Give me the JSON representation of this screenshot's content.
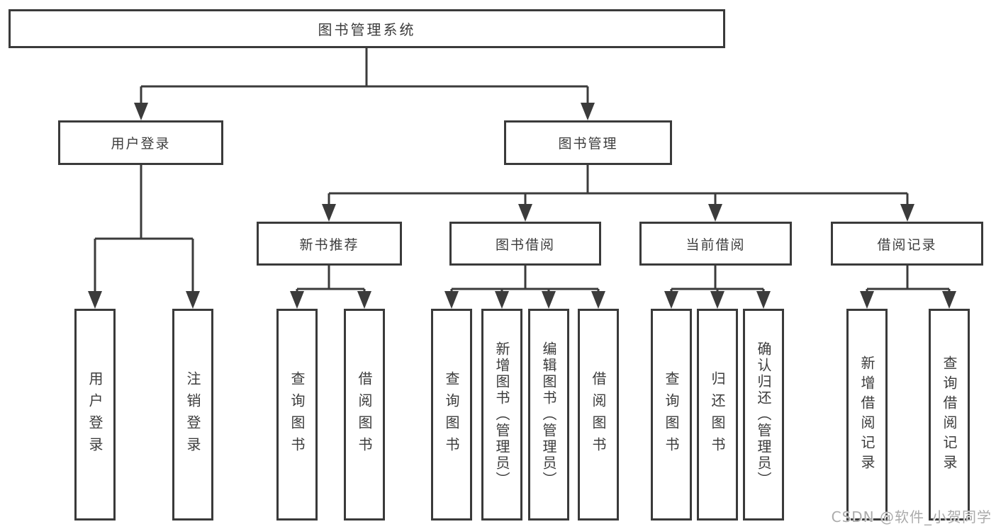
{
  "diagram": {
    "root": {
      "label": "图书管理系统"
    },
    "branches": [
      {
        "label": "用户登录",
        "leaves": [
          {
            "label": "用户登录"
          },
          {
            "label": "注销登录"
          }
        ]
      },
      {
        "label": "图书管理",
        "groups": [
          {
            "label": "新书推荐",
            "leaves": [
              {
                "label": "查询图书"
              },
              {
                "label": "借阅图书"
              }
            ]
          },
          {
            "label": "图书借阅",
            "leaves": [
              {
                "label": "查询图书"
              },
              {
                "label": "新增图书（管理员）"
              },
              {
                "label": "编辑图书（管理员）"
              },
              {
                "label": "借阅图书"
              }
            ]
          },
          {
            "label": "当前借阅",
            "leaves": [
              {
                "label": "查询图书"
              },
              {
                "label": "归还图书"
              },
              {
                "label": "确认归还（管理员）"
              }
            ]
          },
          {
            "label": "借阅记录",
            "leaves": [
              {
                "label": "新增借阅记录"
              },
              {
                "label": "查询借阅记录"
              }
            ]
          }
        ]
      }
    ]
  },
  "watermark": {
    "text": "CSDN @软件_小贺同学"
  },
  "colors": {
    "line": "#3b3b3b",
    "box_border": "#3a3a3a",
    "box_bg": "#ffffff",
    "watermark": "#ababab"
  }
}
